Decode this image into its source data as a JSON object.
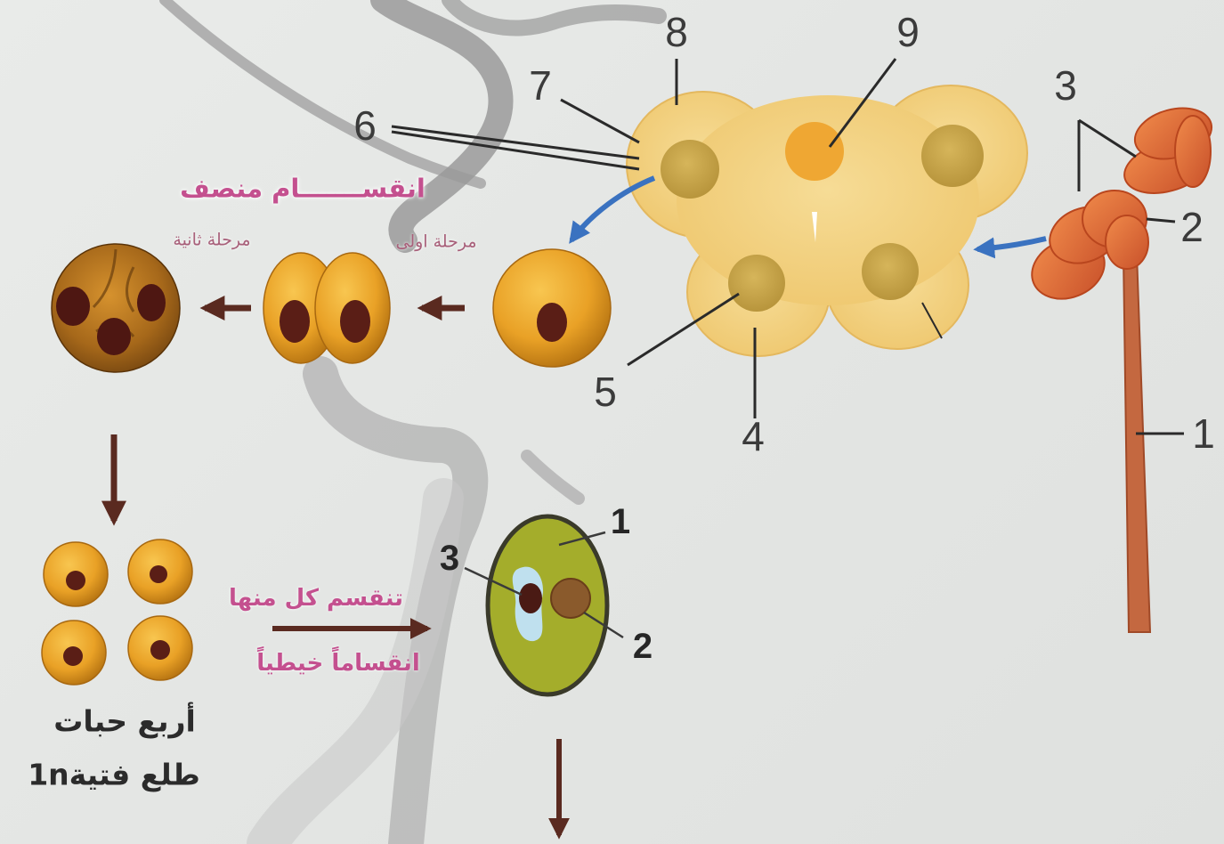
{
  "diagram": {
    "top_labels": {
      "l1": "1",
      "l2": "2",
      "l3": "3",
      "l4": "4",
      "l5": "5",
      "l6": "6",
      "l7": "7",
      "l8": "8",
      "l9": "9"
    },
    "cell_labels": {
      "l1": "1",
      "l2": "2",
      "l3": "3"
    },
    "meiosis_title": "انقســـــــام منصف",
    "stage_one": "مرحلة اولى",
    "stage_two": "مرحلة ثانية",
    "mitosis_line1": "تنقسم كل منها",
    "mitosis_line2": "انقساماً خيطياً",
    "result_line1": "أربع حبات",
    "result_line2": "طلع فتية1n"
  },
  "colors": {
    "background": "#e3e5e3",
    "arabic_pink": "#c4508f",
    "arabic_pink_soft": "#a8607a",
    "text_dark": "#2b2b2b",
    "arrow_blue": "#3a72c0",
    "arrow_brown": "#5a2a20",
    "cell_orange": "#e9a126",
    "anther_red": "#e06a34",
    "pollen_green": "#a4ad2b"
  }
}
